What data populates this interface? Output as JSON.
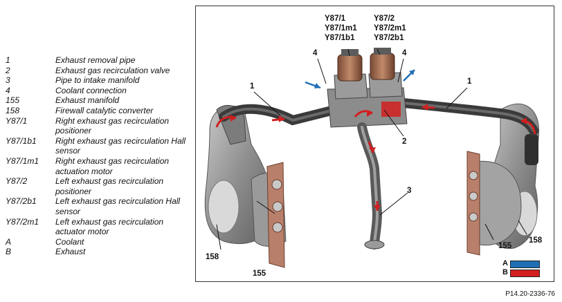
{
  "legend": [
    {
      "key": "1",
      "text": "Exhaust removal pipe"
    },
    {
      "key": "2",
      "text": "Exhaust gas recirculation valve"
    },
    {
      "key": "3",
      "text": "Pipe to intake manifold"
    },
    {
      "key": "4",
      "text": "Coolant connection"
    },
    {
      "key": "155",
      "text": "Exhaust manifold"
    },
    {
      "key": "158",
      "text": "Firewall catalytic converter"
    },
    {
      "key": "Y87/1",
      "text": "Right exhaust gas recirculation positioner"
    },
    {
      "key": "Y87/1b1",
      "text": "Right exhaust gas recirculation Hall sensor"
    },
    {
      "key": "Y87/1m1",
      "text": "Right exhaust gas recirculation actuation motor"
    },
    {
      "key": "Y87/2",
      "text": "Left exhaust gas recirculation positioner"
    },
    {
      "key": "Y87/2b1",
      "text": "Left exhaust gas recirculation Hall sensor"
    },
    {
      "key": "Y87/2m1",
      "text": "Left exhaust gas recirculation actuator motor"
    },
    {
      "key": "A",
      "text": "Coolant"
    },
    {
      "key": "B",
      "text": "Exhaust"
    }
  ],
  "callouts": {
    "left_group": [
      "Y87/1",
      "Y87/1m1",
      "Y87/1b1"
    ],
    "right_group": [
      "Y87/2",
      "Y87/2m1",
      "Y87/2b1"
    ],
    "n4_left": "4",
    "n4_right": "4",
    "n1_left": "1",
    "n1_right": "1",
    "n2": "2",
    "n3": "3",
    "n155_left": "155",
    "n155_right": "155",
    "n158_left": "158",
    "n158_right": "158"
  },
  "key": {
    "a_label": "A",
    "b_label": "B",
    "coolant_color": "#1f6fb5",
    "exhaust_color": "#d21f1f"
  },
  "figure_code": "P14.20-2336-76"
}
